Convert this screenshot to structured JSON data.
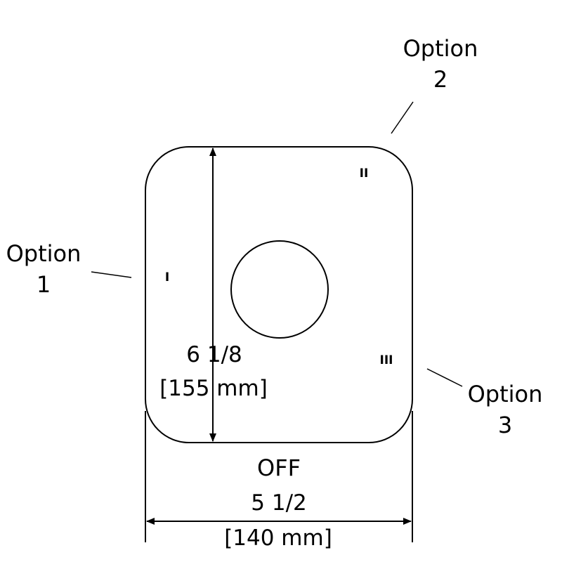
{
  "labels": {
    "option1": {
      "line1": "Option",
      "line2": "1"
    },
    "option2": {
      "line1": "Option",
      "line2": "2"
    },
    "option3": {
      "line1": "Option",
      "line2": "3"
    },
    "off": "OFF"
  },
  "marks": {
    "position1": "I",
    "position2": "II",
    "position3": "III"
  },
  "dimensions": {
    "height": {
      "imperial": "6 1/8",
      "metric": "[155 mm]"
    },
    "width": {
      "imperial": "5 1/2",
      "metric": "[140 mm]"
    }
  }
}
